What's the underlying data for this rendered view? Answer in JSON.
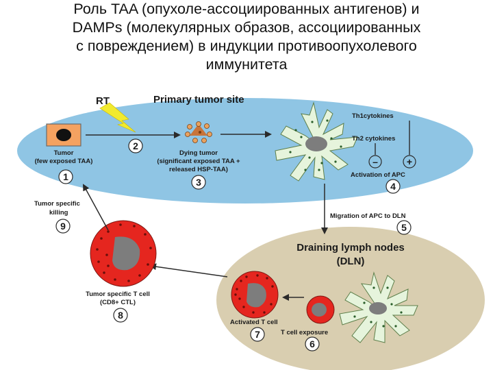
{
  "title": {
    "line1": "Роль TAA (опухоле-ассоциированных антигенов) и",
    "line2": "DAMPs (молекулярных образов, ассоциированных",
    "line3": "с повреждением) в индукции противоопухолевого",
    "line4": "иммунитета"
  },
  "diagram": {
    "rt": "RT",
    "primary_site": "Primary tumor site",
    "tumor_line1": "Tumor",
    "tumor_line2": "(few exposed TAA)",
    "dying_line1": "Dying tumor",
    "dying_line2": "(significant exposed TAA +",
    "dying_line3": "released HSP-TAA)",
    "th1": "Th1cytokines",
    "th2": "Th2 cytokines",
    "minus": "–",
    "plus": "+",
    "activation": "Activation of APC",
    "migration": "Migration of APC to DLN",
    "killing_line1": "Tumor specific",
    "killing_line2": "killing",
    "dln_line1": "Draining lymph nodes",
    "dln_line2": "(DLN)",
    "tcell_line1": "Tumor specific T cell",
    "tcell_line2": "(CD8+ CTL)",
    "activated": "Activated T cell",
    "exposure": "T cell exposure",
    "steps": [
      "1",
      "2",
      "3",
      "4",
      "5",
      "6",
      "7",
      "8",
      "9"
    ]
  },
  "colors": {
    "top_ellipse": "#8fc5e4",
    "bottom_ellipse": "#d9ceb0",
    "cell_red": "#e5261f",
    "dc_fill": "#e6f4dc",
    "nucleus_gray": "#7d7d7d",
    "rt_bolt": "#f1ea2e"
  }
}
